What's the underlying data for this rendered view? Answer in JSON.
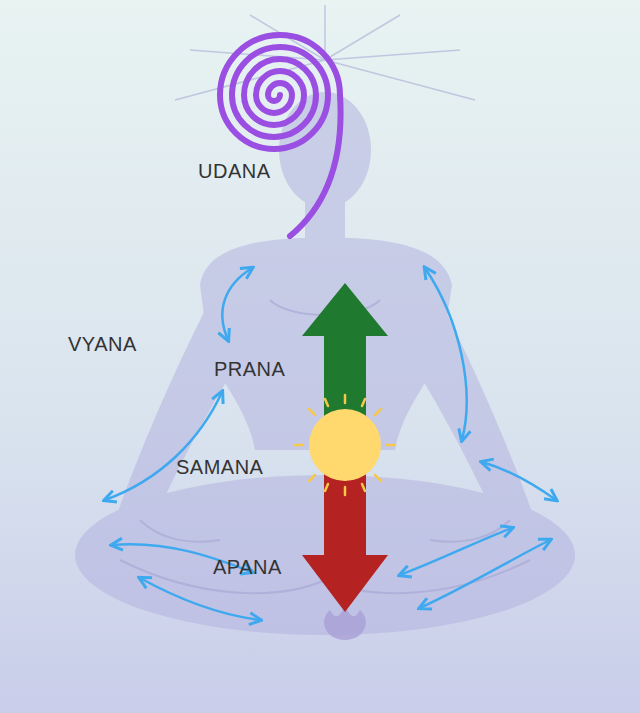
{
  "diagram": {
    "labels": [
      "UDANA",
      "VYANA",
      "PRANA",
      "SAMANA",
      "APANA"
    ]
  }
}
